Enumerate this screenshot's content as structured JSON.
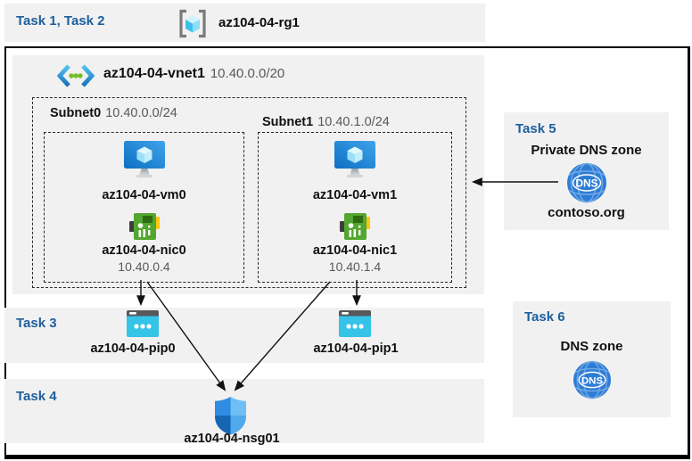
{
  "colors": {
    "task_label_blue": "#1c5f9e",
    "panel_gray": "#f1f1f1",
    "muted_text": "#595959",
    "outline_black": "#000000",
    "pip_cyan": "#35c3e8",
    "nic_green": "#53a62e",
    "dns_blue": "#2c7cd6",
    "vm_blue": "#1a86d9"
  },
  "icons": {
    "resource_group": "azure-resource-group-icon",
    "virtual_network": "azure-vnet-icon",
    "virtual_machine": "azure-vm-icon",
    "network_interface": "azure-nic-icon",
    "public_ip": "azure-public-ip-icon",
    "network_security_group": "azure-nsg-shield-icon",
    "dns_zone": "azure-dns-globe-icon"
  },
  "header_band": {
    "task_label": "Task 1, Task 2",
    "resource_group": "az104-04-rg1"
  },
  "vnet": {
    "name": "az104-04-vnet1",
    "cidr": "10.40.0.0/20",
    "subnets": [
      {
        "name": "Subnet0",
        "cidr": "10.40.0.0/24",
        "vm": "az104-04-vm0",
        "nic": "az104-04-nic0",
        "ip": "10.40.0.4"
      },
      {
        "name": "Subnet1",
        "cidr": "10.40.1.0/24",
        "vm": "az104-04-vm1",
        "nic": "az104-04-nic1",
        "ip": "10.40.1.4"
      }
    ]
  },
  "task3": {
    "task_label": "Task 3",
    "pips": [
      "az104-04-pip0",
      "az104-04-pip1"
    ]
  },
  "task4": {
    "task_label": "Task 4",
    "nsg": "az104-04-nsg01"
  },
  "task5": {
    "task_label": "Task 5",
    "title": "Private DNS zone",
    "zone_name": "contoso.org",
    "icon_text": "DNS"
  },
  "task6": {
    "task_label": "Task 6",
    "title": "DNS zone",
    "icon_text": "DNS"
  }
}
